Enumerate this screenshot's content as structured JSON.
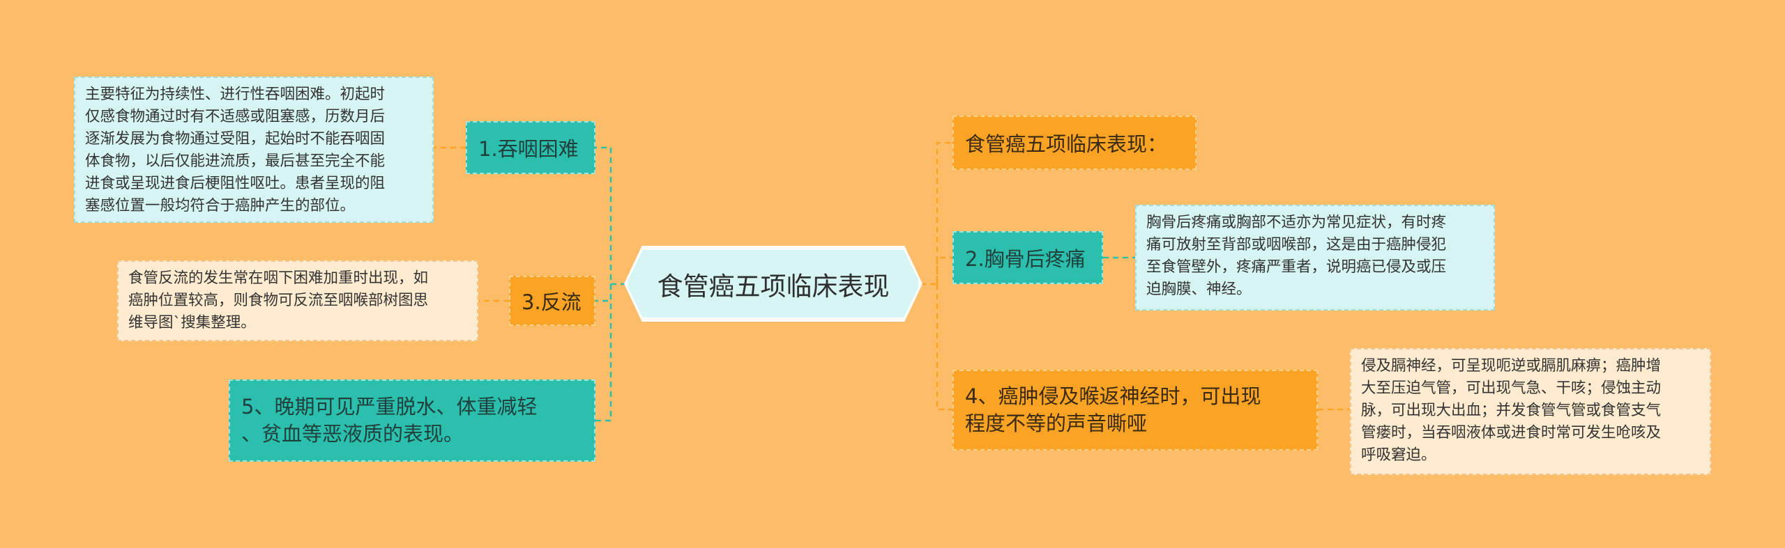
{
  "colors": {
    "background": "#FDBD68",
    "teal": "#2CBFAE",
    "orange": "#FBA325",
    "note_teal": "#D6F4F2",
    "note_orange": "#FFEBCF",
    "central": "#D6F5F3"
  },
  "central": {
    "label": "食管癌五项临床表现"
  },
  "left": {
    "topic1": {
      "label": "1.吞咽困难",
      "note": "主要特征为持续性、进行性吞咽困难。初起时\n仅感食物通过时有不适感或阻塞感，历数月后\n逐渐发展为食物通过受阻，起始时不能吞咽固\n体食物，以后仅能进流质，最后甚至完全不能\n进食或呈现进食后梗阻性呕吐。患者呈现的阻\n塞感位置一般均符合于癌肿产生的部位。"
    },
    "topic3": {
      "label": "3.反流",
      "note": "食管反流的发生常在咽下困难加重时出现，如\n癌肿位置较高，则食物可反流至咽喉部树图思\n维导图`搜集整理。"
    },
    "topic5": {
      "label": "5、晚期可见严重脱水、体重减轻\n、贫血等恶液质的表现。"
    }
  },
  "right": {
    "intro": {
      "label": "食管癌五项临床表现："
    },
    "topic2": {
      "label": "2.胸骨后疼痛",
      "note": "胸骨后疼痛或胸部不适亦为常见症状，有时疼\n痛可放射至背部或咽喉部，这是由于癌肿侵犯\n至食管壁外，疼痛严重者，说明癌已侵及或压\n迫胸膜、神经。"
    },
    "topic4": {
      "label": "4、癌肿侵及喉返神经时，可出现\n程度不等的声音嘶哑",
      "note": "侵及膈神经，可呈现呃逆或膈肌麻痹；癌肿增\n大至压迫气管，可出现气急、干咳；侵蚀主动\n脉，可出现大出血；并发食管气管或食管支气\n管瘘时，当吞咽液体或进食时常可发生呛咳及\n呼吸窘迫。"
    }
  }
}
